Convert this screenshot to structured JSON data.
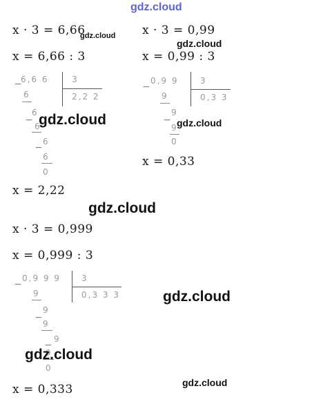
{
  "watermark": "gdz.cloud",
  "block1": {
    "eq1": "x · 3 = 6,66",
    "eq2": "x = 6,66 : 3",
    "dividend": "6,6 6",
    "divisor": "3",
    "quotient": "2,2 2",
    "steps": [
      "6",
      "6",
      "6",
      "6",
      "6",
      "0"
    ],
    "answer": "x = 2,22"
  },
  "block2": {
    "eq1": "x · 3 = 0,99",
    "eq2": "x = 0,99 : 3",
    "dividend": "0,9 9",
    "divisor": "3",
    "quotient": "0,3 3",
    "steps": [
      "9",
      "9",
      "9",
      "0"
    ],
    "answer": "x = 0,33"
  },
  "block3": {
    "eq1": "x · 3 = 0,999",
    "eq2": "x = 0,999 : 3",
    "dividend": "0,9 9 9",
    "divisor": "3",
    "quotient": "0,3 3 3",
    "steps": [
      "9",
      "9",
      "9",
      "9",
      "9",
      "0"
    ],
    "answer": "x = 0,333"
  }
}
